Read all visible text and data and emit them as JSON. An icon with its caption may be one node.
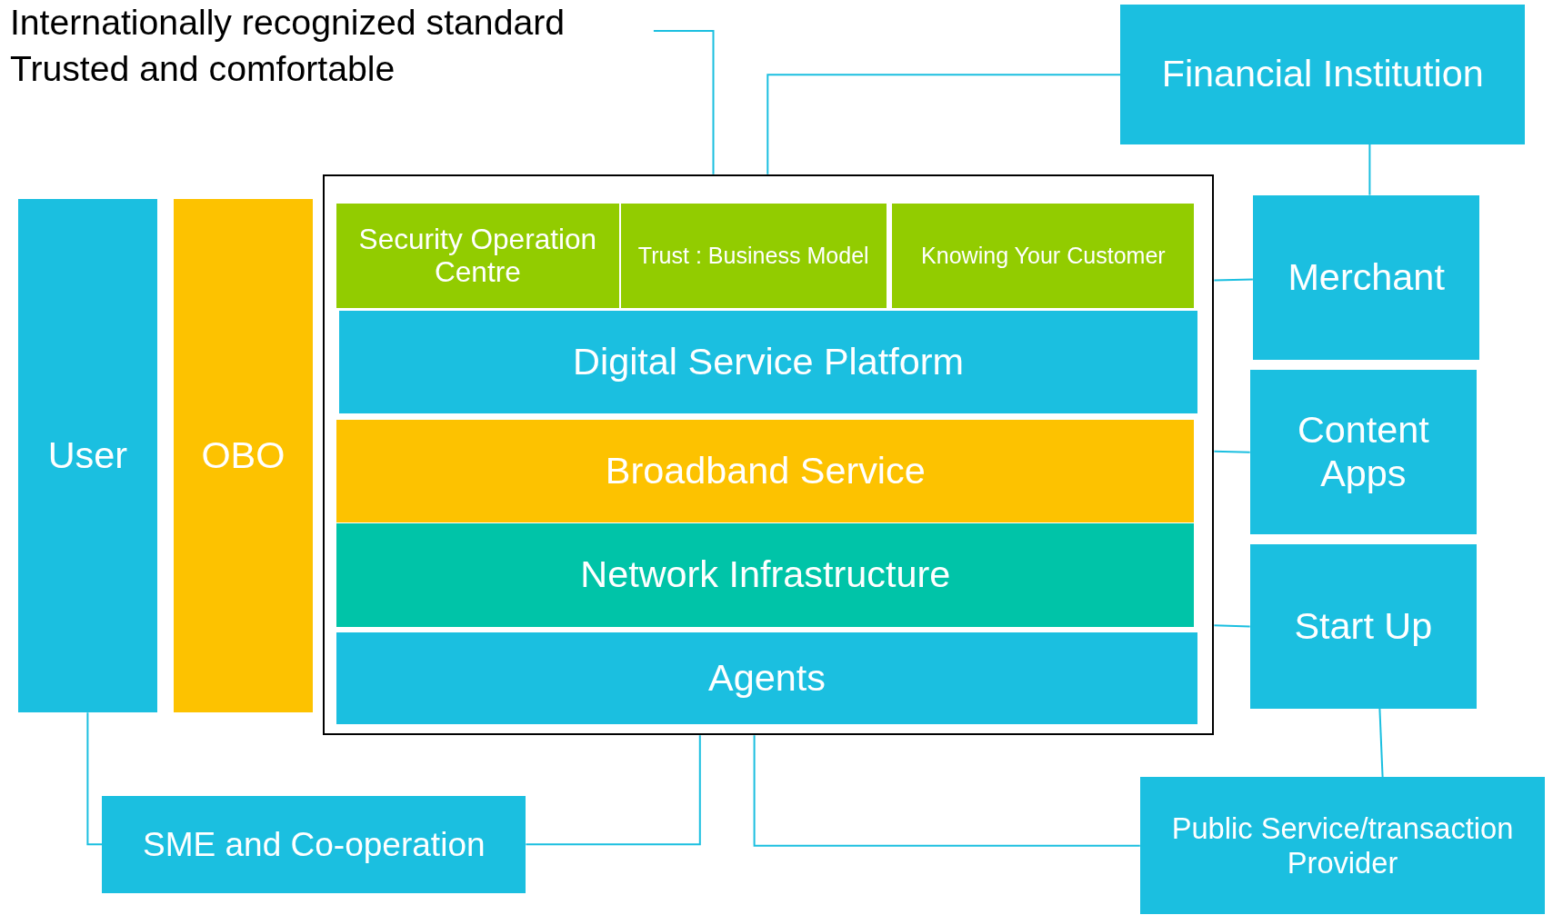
{
  "diagram": {
    "nodes": [
      {
        "text": [
          "Internationally recognized standard",
          "Trusted and comfortable"
        ]
      },
      {
        "text": [
          "Financial Institution"
        ]
      },
      {
        "text": [
          "User"
        ]
      },
      {
        "text": [
          "OBO"
        ]
      },
      {
        "text": [],
        "shape": "box"
      },
      {
        "text": [
          "Security Operation Centre"
        ],
        "in": 4
      },
      {
        "text": [
          "Trust : Business Model"
        ],
        "in": 4
      },
      {
        "text": [
          "Knowing Your Customer"
        ],
        "in": 4
      },
      {
        "text": [
          "Digital Service Platform"
        ],
        "in": 4
      },
      {
        "text": [
          "Broadband Service"
        ],
        "in": 4
      },
      {
        "text": [
          "Network Infrastructure"
        ],
        "in": 4
      },
      {
        "text": [
          "Agents"
        ],
        "in": 4
      },
      {
        "text": [
          "Merchant"
        ]
      },
      {
        "text": [
          "Content Apps"
        ]
      },
      {
        "text": [
          "Start Up"
        ]
      },
      {
        "text": [
          "SME and Co-operation"
        ]
      },
      {
        "text": [
          "Public Service/transaction Provider"
        ]
      }
    ],
    "edges": [
      {
        "from": 0,
        "to": 4,
        "arrow": "none"
      },
      {
        "from": 1,
        "to": 4,
        "arrow": "none"
      },
      {
        "from": 1,
        "to": 12,
        "arrow": "none"
      },
      {
        "from": 12,
        "to": 4,
        "arrow": "none"
      },
      {
        "from": 13,
        "to": 4,
        "arrow": "none"
      },
      {
        "from": 14,
        "to": 4,
        "arrow": "none"
      },
      {
        "from": 14,
        "to": 16,
        "arrow": "none"
      },
      {
        "from": 16,
        "to": 4,
        "arrow": "none"
      },
      {
        "from": 15,
        "to": 4,
        "arrow": "none"
      },
      {
        "from": 2,
        "to": 15,
        "arrow": "none"
      }
    ]
  }
}
